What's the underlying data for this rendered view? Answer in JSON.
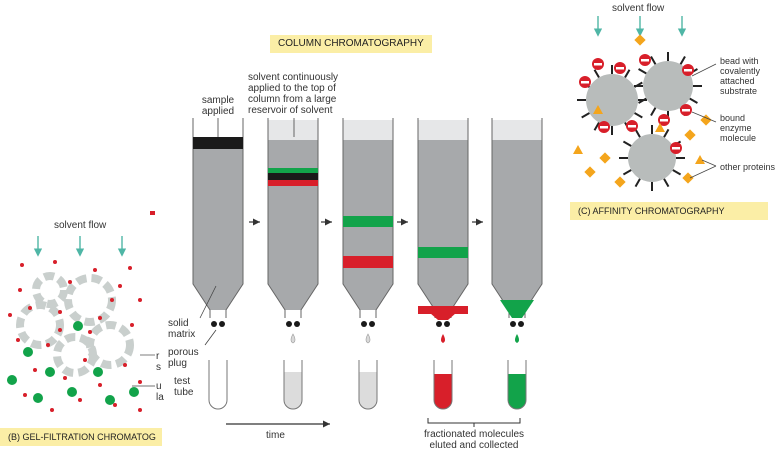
{
  "colors": {
    "column_fill": "#a7a9ab",
    "solvent_fill": "#e6e7e8",
    "banner": "#fbeea6",
    "green": "#12a34a",
    "red": "#d81f2a",
    "black": "#1a1a1a",
    "arrow_teal": "#4fb6a6",
    "orange": "#f4a51c"
  },
  "column": {
    "title": "COLUMN CHROMATOGRAPHY",
    "label_sample": "sample\napplied",
    "label_solvent": "solvent continuously\napplied to the top of\ncolumn from a large\nreservoir of solvent",
    "label_solid_matrix": "solid\nmatrix",
    "label_porous_plug": "porous\nplug",
    "label_test_tube": "test\ntube",
    "label_time": "time",
    "label_fractionated": "fractionated molecules\neluted and collected",
    "columns": [
      {
        "stage": 1,
        "bands": [
          "black"
        ],
        "drop": "none",
        "tube": "empty"
      },
      {
        "stage": 2,
        "bands": [
          "green",
          "black",
          "red"
        ],
        "drop": "clear",
        "tube": "clear"
      },
      {
        "stage": 3,
        "bands": [
          "green",
          "red"
        ],
        "drop": "clear",
        "tube": "clear"
      },
      {
        "stage": 4,
        "bands": [
          "green",
          "red"
        ],
        "drop": "red",
        "tube": "red"
      },
      {
        "stage": 5,
        "bands": [],
        "drop": "green",
        "tube": "green"
      }
    ]
  },
  "gel": {
    "solvent_flow": "solvent flow",
    "caption": "(B)  GEL-FILTRATION CHROMATOG",
    "label_r": "r\ns",
    "label_u": "u\nla"
  },
  "affinity": {
    "solvent_flow": "solvent flow",
    "label_bead": "bead with\ncovalently\nattached\nsubstrate",
    "label_bound": "bound\nenzyme\nmolecule",
    "label_other": "other proteins",
    "caption": "(C)   AFFINITY CHROMATOGRAPHY"
  }
}
